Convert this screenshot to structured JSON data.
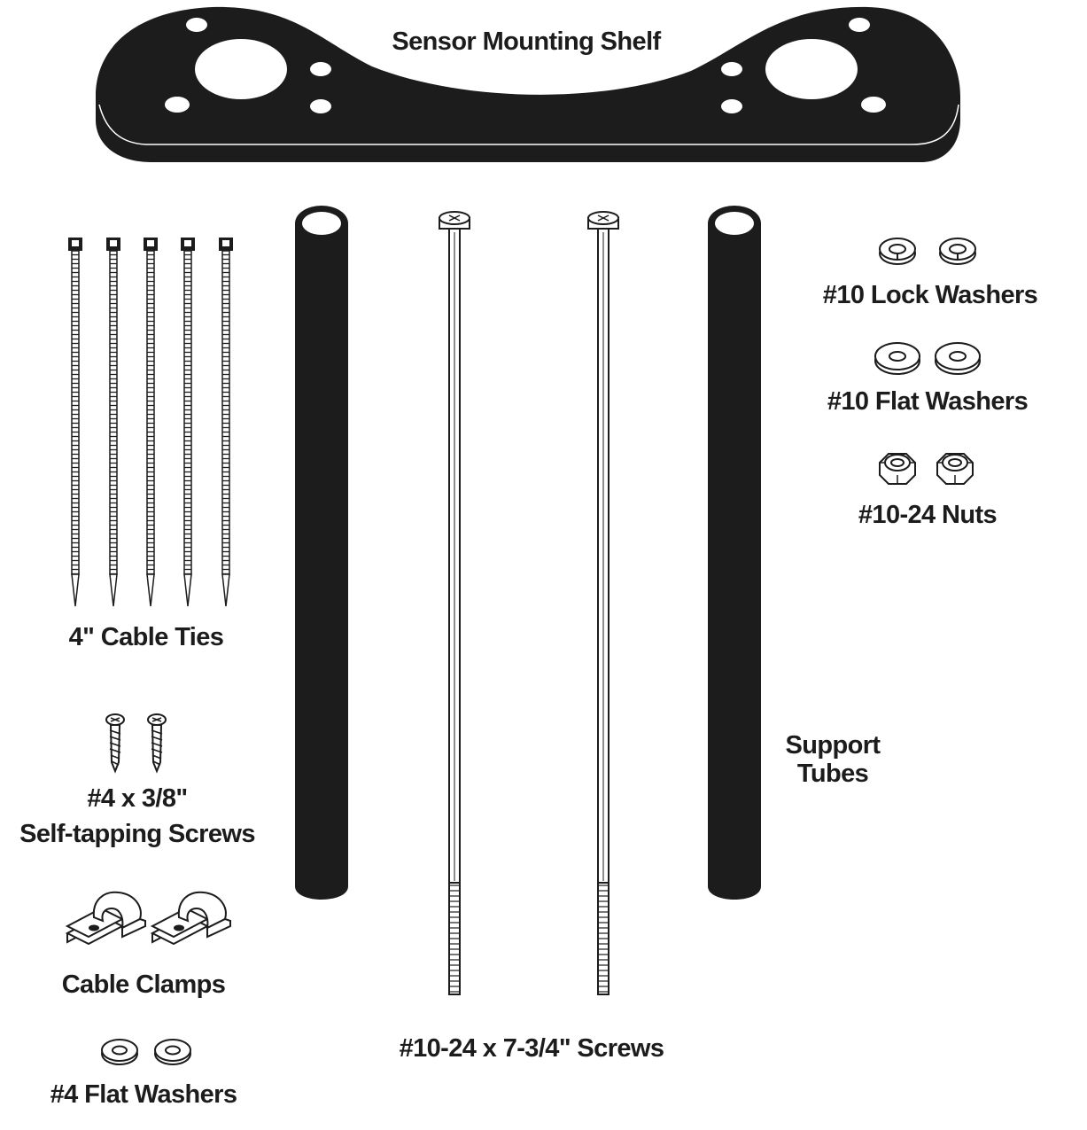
{
  "colors": {
    "ink": "#1c1c1c",
    "paper": "#ffffff"
  },
  "labels": {
    "shelf": "Sensor Mounting Shelf",
    "cable_ties": "4\" Cable Ties",
    "self_tapping_screws_line1": "#4 x 3/8\"",
    "self_tapping_screws_line2": "Self-tapping Screws",
    "cable_clamps": "Cable Clamps",
    "flat_washers_4": "#4 Flat Washers",
    "long_screws": "#10-24 x 7-3/4\" Screws",
    "support_tubes_line1": "Support",
    "support_tubes_line2": "Tubes",
    "lock_washers_10": "#10 Lock Washers",
    "flat_washers_10": "#10 Flat Washers",
    "nuts_10_24": "#10-24 Nuts"
  }
}
